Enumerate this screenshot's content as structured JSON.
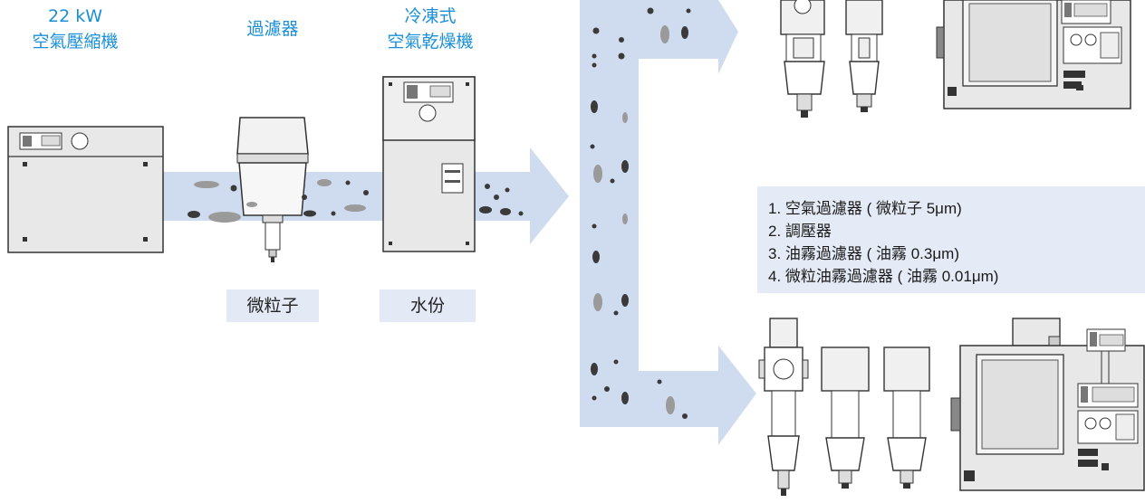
{
  "labels": {
    "compressor_power": "22 kW",
    "compressor_name": "空氣壓縮機",
    "filter": "過濾器",
    "dryer_line1": "冷凍式",
    "dryer_line2": "空氣乾燥機"
  },
  "contaminants": {
    "particles": "微粒子",
    "moisture": "水份"
  },
  "legend": {
    "items": [
      "1. 空氣過濾器 ( 微粒子 5μm)",
      "2. 調壓器",
      "3. 油霧過濾器 ( 油霧 0.3μm)",
      "4. 微粒油霧過濾器 ( 油霧 0.01μm)"
    ]
  },
  "colors": {
    "accent_text": "#1a8fd8",
    "air_flow": "#cfdcf0",
    "tag_bg": "#e3eaf6",
    "equipment_body": "#e8e8e8",
    "equipment_stroke": "#333333",
    "droplet": "#3a3a3a"
  },
  "icons": [
    "compressor-icon",
    "filter-icon",
    "dryer-icon",
    "frl-unit-icon",
    "machine-tool-icon",
    "droplet-icon"
  ]
}
